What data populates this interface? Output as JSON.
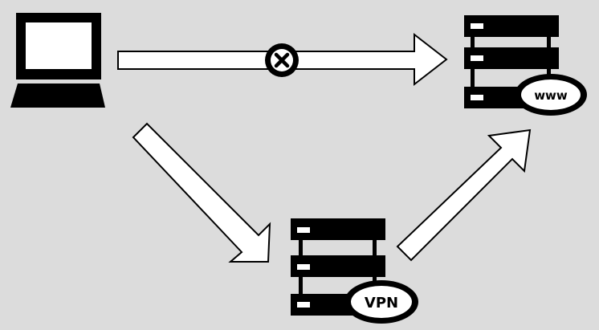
{
  "diagram": {
    "background_color": "#dcdcdc",
    "fill_color": "#000000",
    "arrow_fill": "#ffffff",
    "nodes": {
      "client": {
        "icon": "laptop-icon"
      },
      "website": {
        "icon": "server-icon",
        "badge": "www"
      },
      "vpn": {
        "icon": "server-icon",
        "badge": "VPN"
      }
    },
    "edges": [
      {
        "from": "client",
        "to": "website",
        "status": "blocked",
        "marker": "x-circle-icon"
      },
      {
        "from": "client",
        "to": "vpn",
        "status": "allowed"
      },
      {
        "from": "vpn",
        "to": "website",
        "status": "allowed"
      }
    ]
  }
}
